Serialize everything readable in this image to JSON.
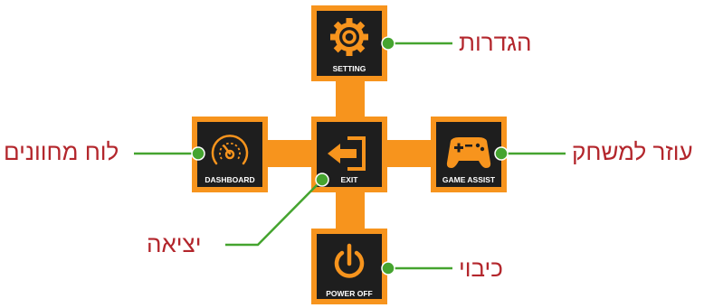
{
  "colors": {
    "orange": "#f7941d",
    "tile": "#1e1e1e",
    "icon": "#f7941d",
    "tile_text": "#ffffff",
    "callout_line": "#45a42f",
    "callout_dot": "#45a42f",
    "callout_text": "#b3262c"
  },
  "menu": {
    "setting": {
      "caption": "SETTING",
      "icon": "gear-icon"
    },
    "dashboard": {
      "caption": "DASHBOARD",
      "icon": "speedometer-icon"
    },
    "exit": {
      "caption": "EXIT",
      "icon": "exit-door-icon"
    },
    "game_assist": {
      "caption": "GAME ASSIST",
      "icon": "gamepad-icon"
    },
    "power_off": {
      "caption": "POWER OFF",
      "icon": "power-icon"
    }
  },
  "callouts": {
    "setting": "הגדרות",
    "dashboard": "לוח מחוונים",
    "exit": "יציאה",
    "game_assist": "עוזר למשחק",
    "power_off": "כיבוי"
  }
}
